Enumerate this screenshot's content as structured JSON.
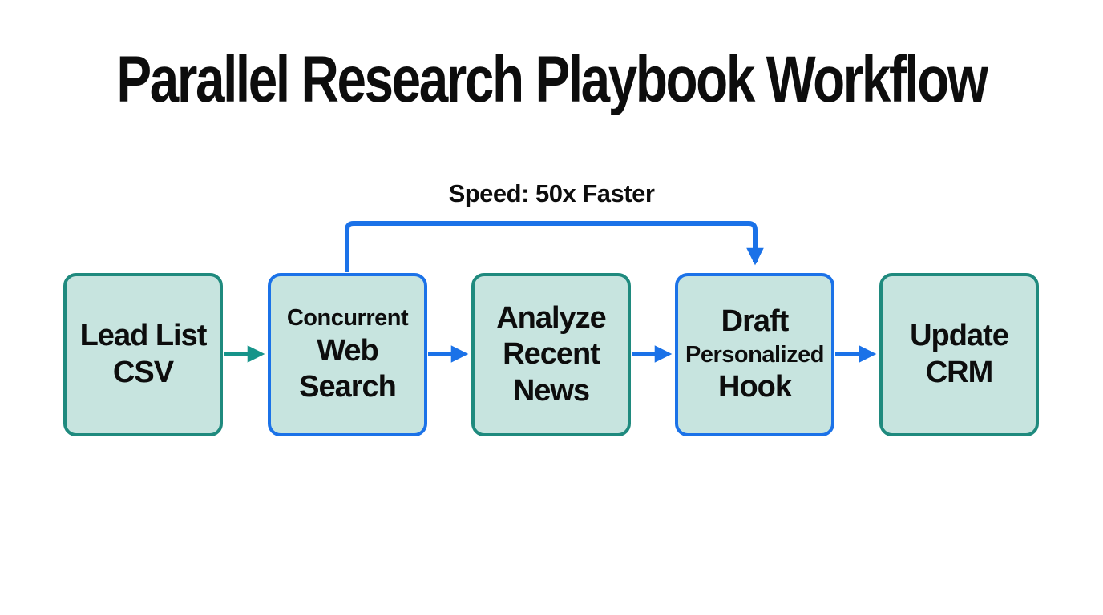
{
  "title": "Parallel Research Playbook Workflow",
  "annotation": {
    "label": "Speed: 50x Faster"
  },
  "colors": {
    "bg": "#ffffff",
    "box-fill": "#c7e4df",
    "teal": "#1f8a7e",
    "teal-arrow": "#16948a",
    "blue": "#1b72e8",
    "ink": "#0d0d0d"
  },
  "nodes": [
    {
      "id": "lead-list-csv",
      "border": "teal",
      "lines": [
        {
          "text": "Lead List"
        },
        {
          "text": "CSV"
        }
      ]
    },
    {
      "id": "concurrent-web-search",
      "border": "blue",
      "lines": [
        {
          "text": "Concurrent",
          "size": "small"
        },
        {
          "text": "Web"
        },
        {
          "text": "Search"
        }
      ]
    },
    {
      "id": "analyze-recent-news",
      "border": "teal",
      "lines": [
        {
          "text": "Analyze"
        },
        {
          "text": "Recent"
        },
        {
          "text": "News"
        }
      ]
    },
    {
      "id": "draft-personalized-hook",
      "border": "blue",
      "lines": [
        {
          "text": "Draft"
        },
        {
          "text": "Personalized",
          "size": "small"
        },
        {
          "text": "Hook"
        }
      ]
    },
    {
      "id": "update-crm",
      "border": "teal",
      "lines": [
        {
          "text": "Update"
        },
        {
          "text": "CRM"
        }
      ]
    }
  ],
  "edges": [
    {
      "from": "lead-list-csv",
      "to": "concurrent-web-search",
      "color": "teal"
    },
    {
      "from": "concurrent-web-search",
      "to": "analyze-recent-news",
      "color": "blue"
    },
    {
      "from": "analyze-recent-news",
      "to": "draft-personalized-hook",
      "color": "blue"
    },
    {
      "from": "draft-personalized-hook",
      "to": "update-crm",
      "color": "blue"
    },
    {
      "from": "concurrent-web-search",
      "to": "draft-personalized-hook",
      "color": "blue",
      "type": "skip-bracket",
      "label": "Speed: 50x Faster"
    }
  ]
}
